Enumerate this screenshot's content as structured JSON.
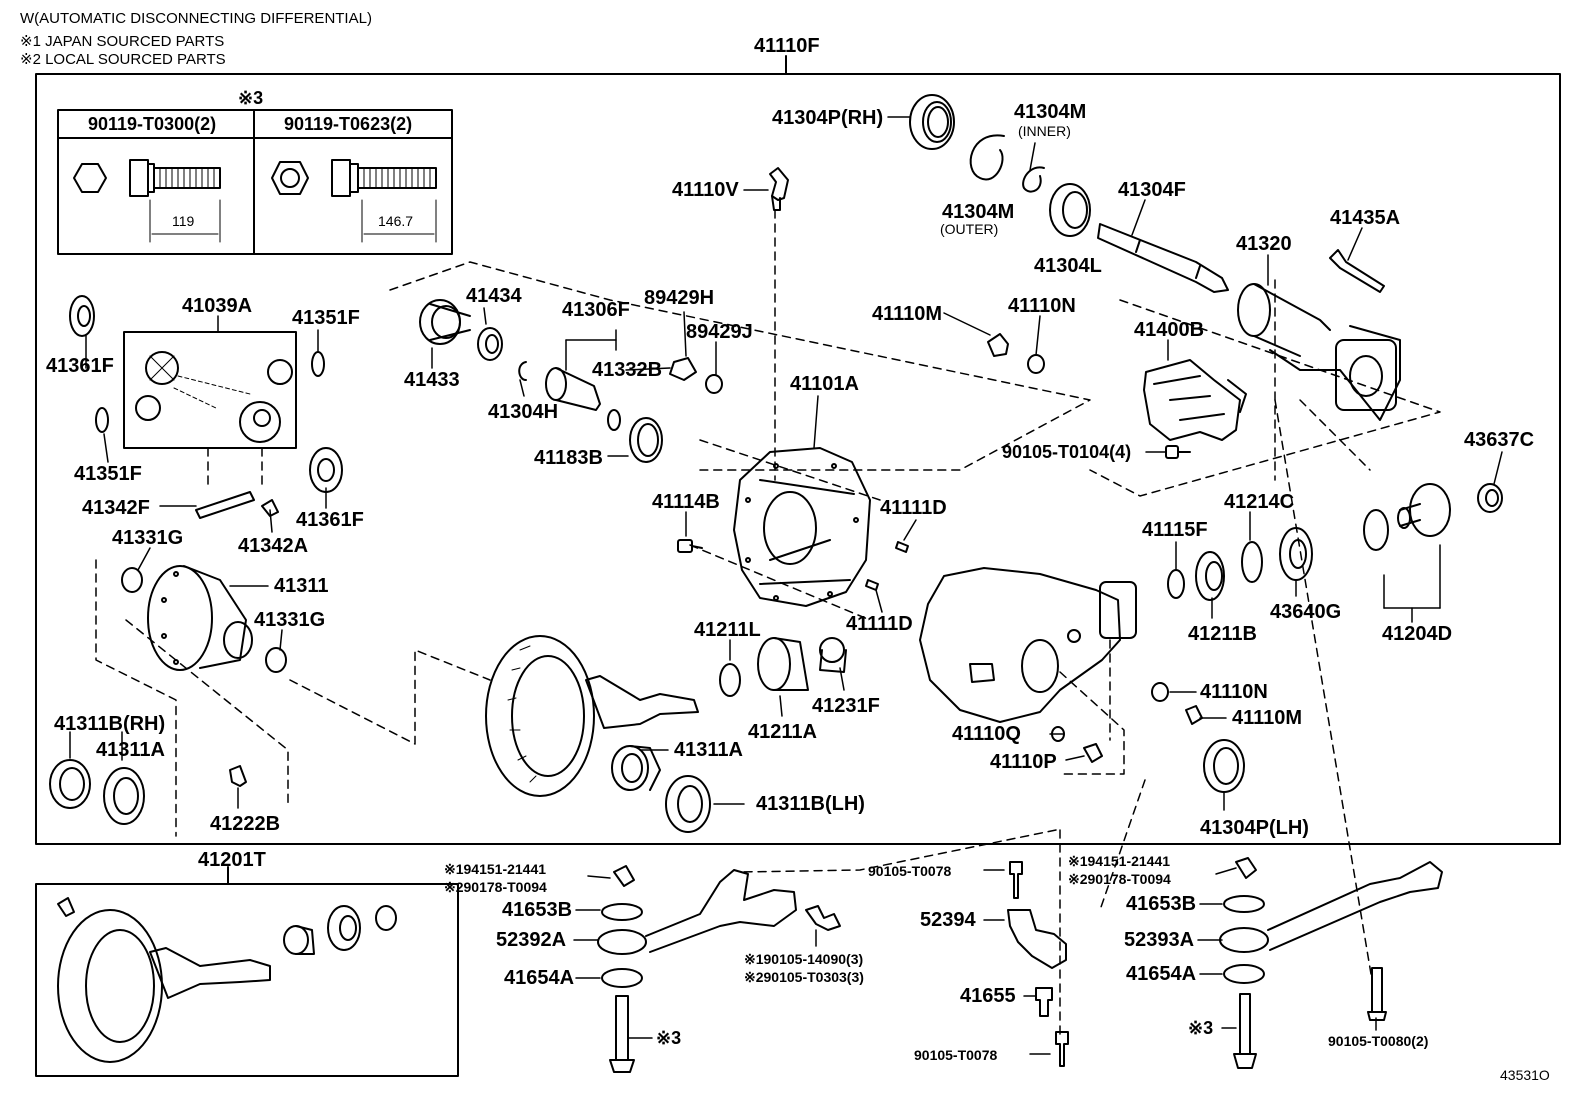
{
  "header": {
    "line1": "W(AUTOMATIC DISCONNECTING DIFFERENTIAL)",
    "line2": "※1 JAPAN SOURCED PARTS",
    "line3": "※2 LOCAL SOURCED PARTS"
  },
  "bolt_table": {
    "note": "※3",
    "col1_title": "90119-T0300(2)",
    "col2_title": "90119-T0623(2)",
    "col1_dim": "119",
    "col2_dim": "146.7"
  },
  "labels": {
    "assembly_main": "41110F",
    "assembly_sub": "41201T",
    "p41304P_RH": "41304P(RH)",
    "p41304M_inner": "41304M",
    "inner": "(INNER)",
    "p41304M_outer": "41304M",
    "outer": "(OUTER)",
    "p41110V": "41110V",
    "p41304L": "41304L",
    "p41304F": "41304F",
    "p41320": "41320",
    "p41435A": "41435A",
    "p41110M_top": "41110M",
    "p41110N_top": "41110N",
    "p41400B": "41400B",
    "p41039A": "41039A",
    "p41351F_top": "41351F",
    "p41361F_top": "41361F",
    "p41351F_bot": "41351F",
    "p41361F_bot": "41361F",
    "p41342F": "41342F",
    "p41342A": "41342A",
    "p41434": "41434",
    "p41306F": "41306F",
    "p89429H": "89429H",
    "p89429J": "89429J",
    "p41433": "41433",
    "p41332B": "41332B",
    "p41304H": "41304H",
    "p41101A": "41101A",
    "p41183B": "41183B",
    "p90105_T0104": "90105-T0104(4)",
    "p43637C": "43637C",
    "p41114B": "41114B",
    "p41111D_top": "41111D",
    "p41111D_bot": "41111D",
    "p41331G_top": "41331G",
    "p41311": "41311",
    "p41331G_bot": "41331G",
    "p41115F": "41115F",
    "p41214C": "41214C",
    "p43640G": "43640G",
    "p41211B": "41211B",
    "p41204D": "41204D",
    "p41211L": "41211L",
    "p41211A": "41211A",
    "p41231F": "41231F",
    "p41110N_bot": "41110N",
    "p41110M_bot": "41110M",
    "p41110Q": "41110Q",
    "p41110P": "41110P",
    "p41311B_RH": "41311B(RH)",
    "p41311A_left": "41311A",
    "p41222B": "41222B",
    "p41311A_mid": "41311A",
    "p41311B_LH": "41311B(LH)",
    "p41304P_LH": "41304P(LH)",
    "nut_l1": "※194151-21441",
    "nut_l2": "※290178-T0094",
    "p41653B_left": "41653B",
    "p52392A": "52392A",
    "p41654A_left": "41654A",
    "bolt_mid1": "※190105-14090(3)",
    "bolt_mid2": "※290105-T0303(3)",
    "note3_left": "※3",
    "p90105_T0078_top": "90105-T0078",
    "p52394": "52394",
    "p41655": "41655",
    "p90105_T0078_bot": "90105-T0078",
    "nut_r1": "※194151-21441",
    "nut_r2": "※290178-T0094",
    "p41653B_right": "41653B",
    "p52393A": "52393A",
    "p41654A_right": "41654A",
    "note3_right": "※3",
    "p90105_T0080": "90105-T0080(2)",
    "diagram_code": "43531O"
  }
}
